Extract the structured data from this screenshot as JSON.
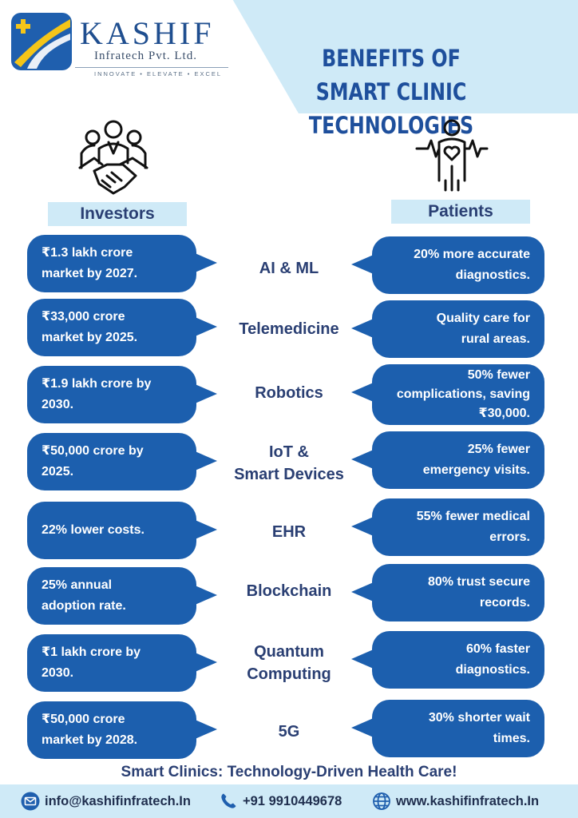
{
  "brand": {
    "name": "KASHIF",
    "subtitle": "Infratech Pvt. Ltd.",
    "tagline": "INNOVATE • ELEVATE • EXCEL"
  },
  "title": {
    "line1": "BENEFITS OF",
    "line2": "SMART CLINIC TECHNOLOGIES"
  },
  "columns": {
    "investors": "Investors",
    "patients": "Patients"
  },
  "icons": {
    "investors": "handshake-group-icon",
    "patients": "patient-heartbeat-icon"
  },
  "rows": [
    {
      "tech": [
        "AI & ML"
      ],
      "investor": [
        "₹1.3 lakh crore",
        "market by 2027."
      ],
      "patient": [
        "20% more accurate",
        "diagnostics."
      ]
    },
    {
      "tech": [
        "Telemedicine"
      ],
      "investor": [
        "₹33,000 crore",
        "market by 2025."
      ],
      "patient": [
        "Quality care for",
        "rural areas."
      ]
    },
    {
      "tech": [
        "Robotics"
      ],
      "investor": [
        "₹1.9 lakh crore by",
        "2030."
      ],
      "patient": [
        "50% fewer",
        "complications, saving",
        "₹30,000."
      ]
    },
    {
      "tech": [
        "IoT &",
        "Smart Devices"
      ],
      "investor": [
        "₹50,000 crore by",
        "2025."
      ],
      "patient": [
        "25% fewer",
        "emergency visits."
      ]
    },
    {
      "tech": [
        "EHR"
      ],
      "investor": [
        "22% lower costs."
      ],
      "patient": [
        "55% fewer medical",
        "errors."
      ]
    },
    {
      "tech": [
        "Blockchain"
      ],
      "investor": [
        "25% annual",
        "adoption rate."
      ],
      "patient": [
        "80% trust secure",
        "records."
      ]
    },
    {
      "tech": [
        "Quantum",
        "Computing"
      ],
      "investor": [
        "₹1 lakh crore by",
        "2030."
      ],
      "patient": [
        "60% faster",
        "diagnostics."
      ]
    },
    {
      "tech": [
        "5G"
      ],
      "investor": [
        "₹50,000 crore",
        "market by 2028."
      ],
      "patient": [
        "30% shorter wait",
        "times."
      ]
    }
  ],
  "tagline": "Smart Clinics: Technology-Driven Health Care!",
  "footer": {
    "email": "info@kashifinfratech.In",
    "phone": "+91 9910449678",
    "website": "www.kashifinfratech.In"
  },
  "colors": {
    "primary_blue": "#1c5fae",
    "light_band": "#cfeaf7",
    "dark_text": "#2a3f73",
    "accent_yellow": "#f5c518"
  }
}
